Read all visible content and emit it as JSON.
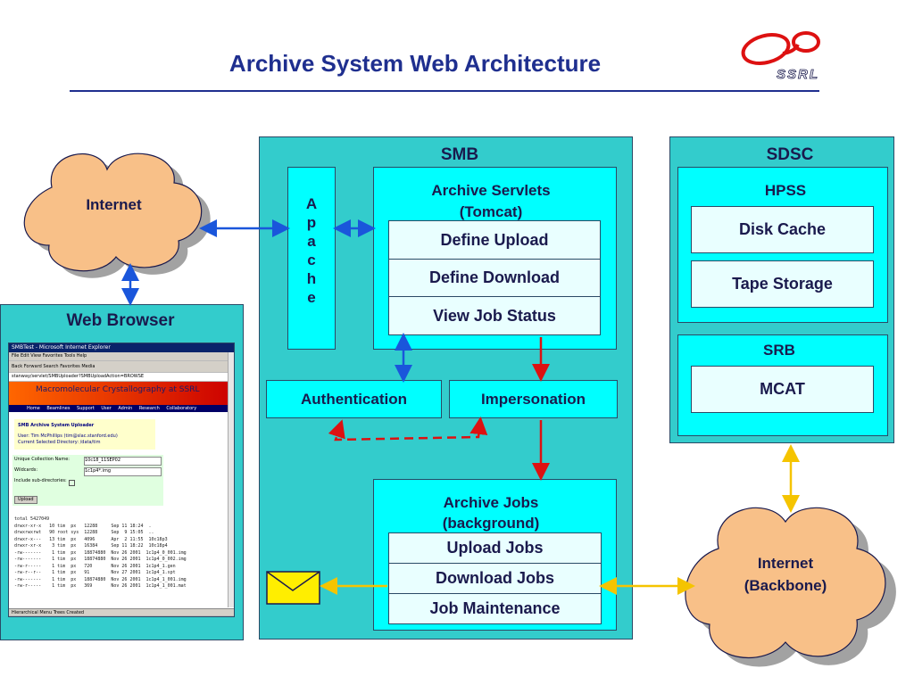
{
  "title": "Archive System Web Architecture",
  "logo_text": "SSRL",
  "smb": {
    "label": "SMB",
    "apache_letters": [
      "A",
      "p",
      "a",
      "c",
      "h",
      "e"
    ],
    "servlets_label": "Archive Servlets",
    "servlets_sub": "(Tomcat)",
    "servlet_items": [
      "Define Upload",
      "Define Download",
      "View Job Status"
    ],
    "authentication": "Authentication",
    "impersonation": "Impersonation",
    "jobs_label": "Archive Jobs",
    "jobs_sub": "(background)",
    "job_items": [
      "Upload Jobs",
      "Download Jobs",
      "Job Maintenance"
    ]
  },
  "sdsc": {
    "label": "SDSC",
    "hpss_label": "HPSS",
    "hpss_items": [
      "Disk Cache",
      "Tape Storage"
    ],
    "srb_label": "SRB",
    "srb_item": "MCAT"
  },
  "internet_cloud": "Internet",
  "backbone_cloud": {
    "line1": "Internet",
    "line2": "(Backbone)"
  },
  "web_browser": {
    "label": "Web Browser",
    "window_title": "SMBTest - Microsoft Internet Explorer",
    "menu": "File  Edit  View  Favorites  Tools  Help",
    "toolbar": "Back  Forward  Search  Favorites  Media",
    "address": "stanway/servlet/SMBUploader?SMBUploadAction=BROWSE",
    "banner": "Macromolecular Crystallography at SSRL",
    "nav": "Home Beamlines Support User Admin Research Collaboratory",
    "uploader_title": "SMB Archive System Uploader",
    "user_line": "User: Tim McPhillips (tim@slac.stanford.edu)",
    "dir_line": "Current Selected Directory: /data/tim",
    "form_labels": [
      "Unique Collection Name:",
      "Wildcards:",
      "Include sub-directories:"
    ],
    "form_values": [
      "10c18_11SEP02",
      "1c1p4*.img",
      ""
    ],
    "upload_button": "Upload",
    "listing": [
      "total 5427049",
      "drwxr-xr-x   10 tim  px   12288     Sep 11 18:24  .",
      "drwxrwxrwt   90 root sys  12288     Sep  9 15:05  ..",
      "drwxr-x---   13 tim  px   4096      Apr  2 11:55  10c18p3",
      "drwxr-xr-x    3 tim  px   16384     Sep 11 18:22  10c18p4",
      "-rw-------    1 tim  px   18874880  Nov 26 2001  1c1p4_0_001.img",
      "-rw-------    1 tim  px   18874880  Nov 26 2001  1c1p4_0_002.img",
      "-rw-r-----    1 tim  px   720       Nov 26 2001  1c1p4_1.gen",
      "-rw-r--r--    1 tim  px   91        Nov 27 2001  1c1p4_1.spt",
      "-rw-------    1 tim  px   18874880  Nov 26 2001  1c1p4_1_001.img",
      "-rw-r-----    1 tim  px   369       Nov 26 2001  1c1p4_1_001.mat"
    ],
    "status": "Hierarchical Menu Trees Created"
  },
  "colors": {
    "panel": "#33cccc",
    "inner": "#00ffff",
    "cloud": "#f8c088",
    "link_blue": "#1a56db",
    "link_red": "#dd1111",
    "link_gold": "#f5c400",
    "title_blue": "#1f2f8f"
  }
}
